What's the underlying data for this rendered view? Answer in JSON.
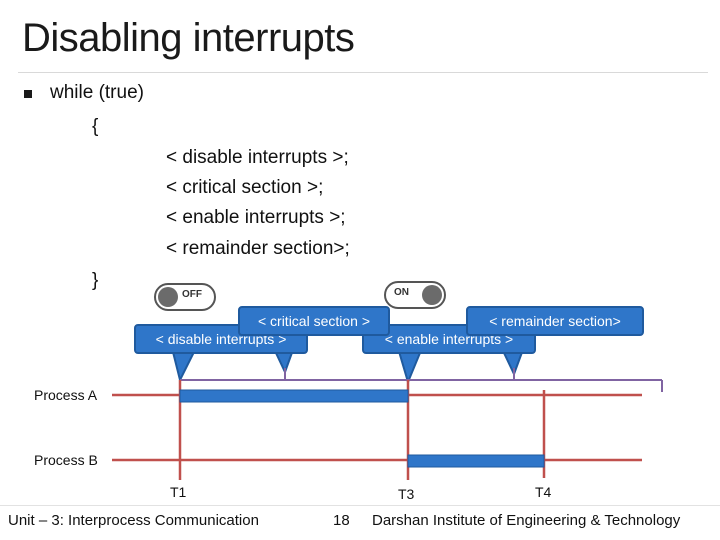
{
  "slide": {
    "title": "Disabling interrupts",
    "page_number": "18"
  },
  "code": {
    "line1": "while (true)",
    "open_brace": "{",
    "disable": "< disable interrupts >;",
    "critical": "< critical section >;",
    "enable": "< enable interrupts >;",
    "remainder": "< remainder section>;",
    "close_brace": "}"
  },
  "toggles": {
    "off_label": "OFF",
    "on_label": "ON"
  },
  "callouts": {
    "disable_interrupts": "< disable interrupts >",
    "critical_section": "< critical section >",
    "enable_interrupts": "< enable interrupts >",
    "remainder_section": "< remainder section>"
  },
  "timeline": {
    "process_a": "Process A",
    "process_b": "Process B",
    "t1": "T1",
    "t3": "T3",
    "t4": "T4"
  },
  "footer": {
    "left": "Unit – 3: Interprocess Communication",
    "right": "Darshan Institute of Engineering & Technology"
  },
  "colors": {
    "timeline_line": "#c0504d",
    "bar": "#2f76c9",
    "bracket": "#8064a2",
    "callout_fill": "#2f76c9"
  }
}
